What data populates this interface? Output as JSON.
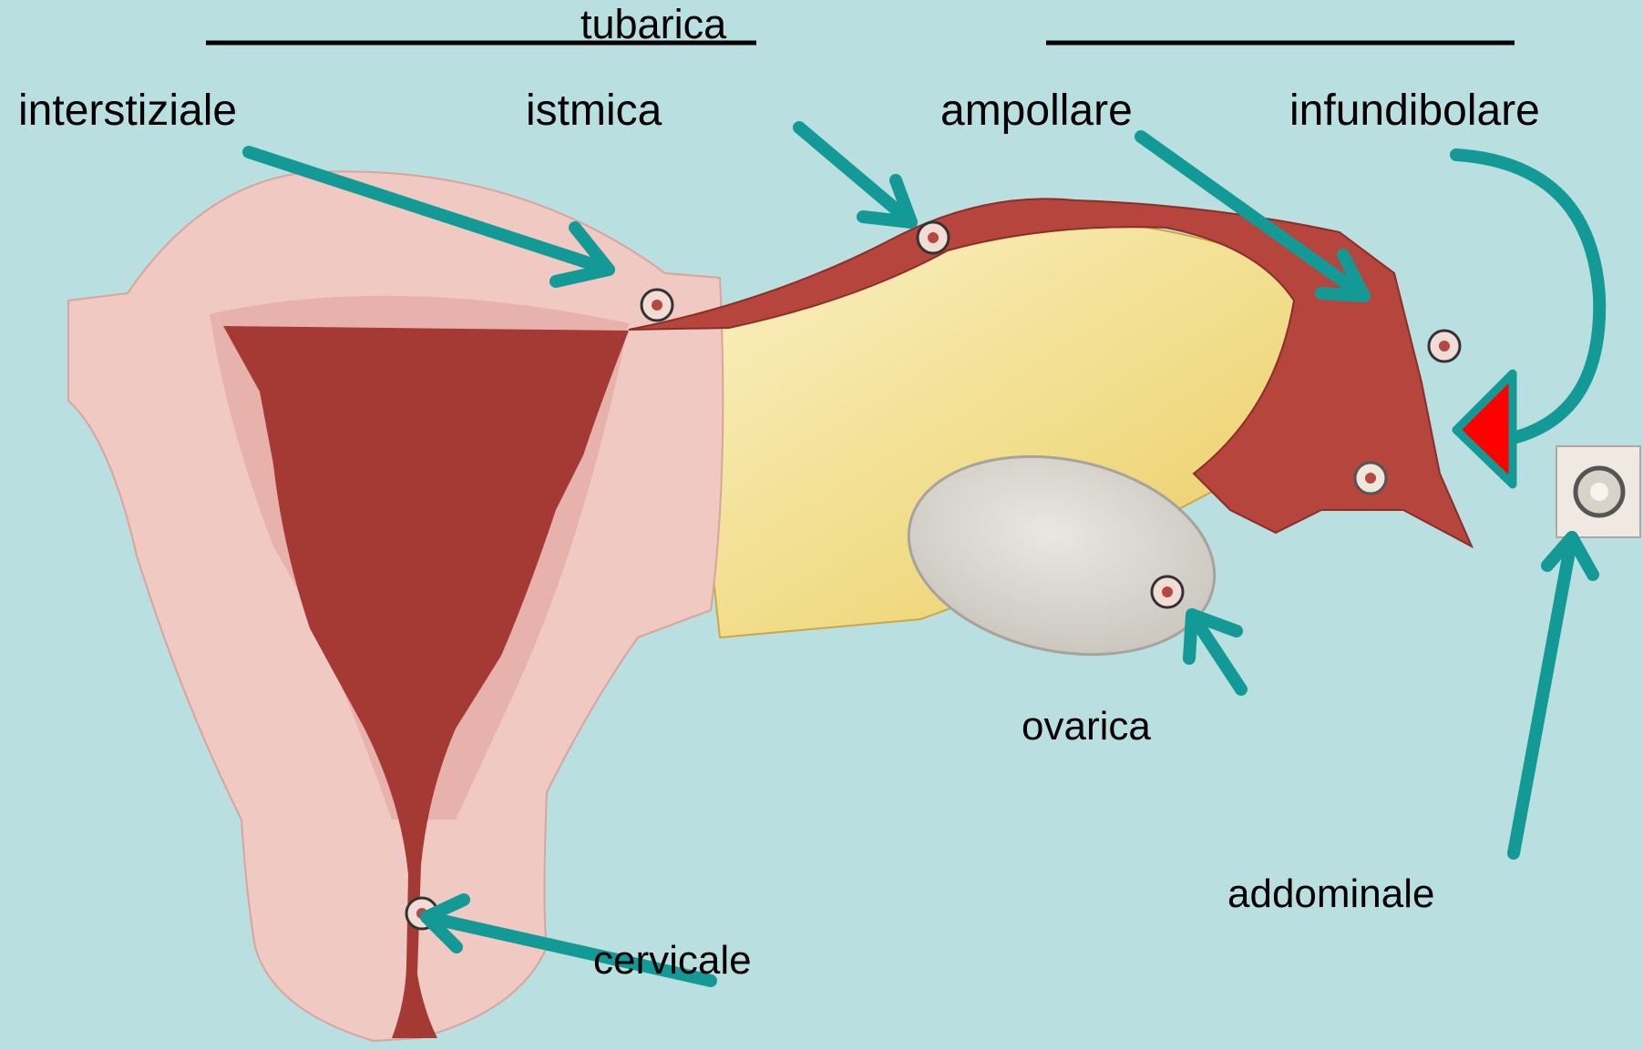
{
  "labels": {
    "tubarica": "tubarica",
    "interstiziale": "interstiziale",
    "istmica": "istmica",
    "ampollare": "ampollare",
    "infundibolare": "infundibolare",
    "ovarica": "ovarica",
    "addominale": "addominale",
    "cervicale": "cervicale"
  },
  "colors": {
    "background": "#b9dfe1",
    "arrow": "#149a96",
    "uterus_wall": "#f0c9c2",
    "uterine_cavity": "#a53a35",
    "broad_ligament": "#f3e3a4",
    "ovary": "#d9d6cf",
    "accent_triangle": "#ff0000"
  }
}
